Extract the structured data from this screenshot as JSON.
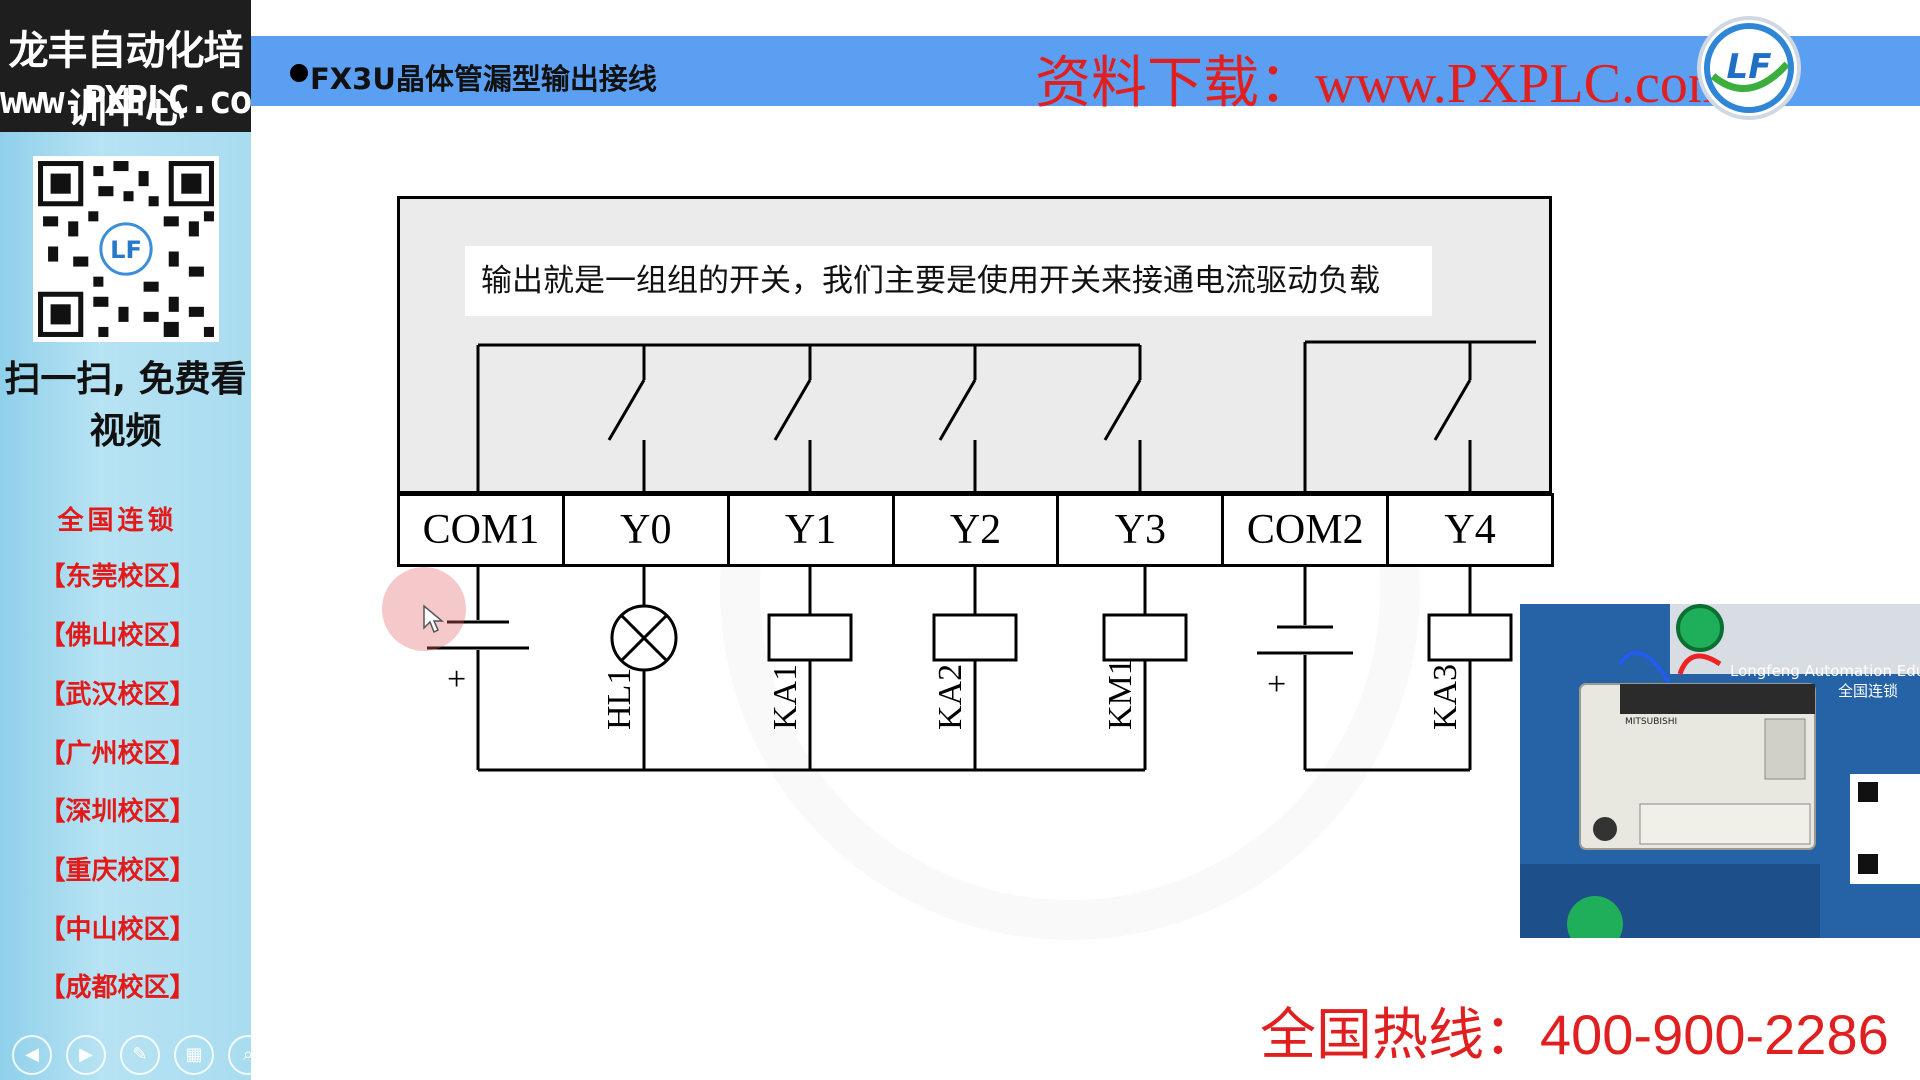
{
  "brand": {
    "name": "龙丰自动化培训中心",
    "site": "www.PXPLC.com",
    "scan_caption": "扫一扫, 免费看视频"
  },
  "sidebar": {
    "chain_title": "全国连锁",
    "campuses": [
      "【东莞校区】",
      "【佛山校区】",
      "【武汉校区】",
      "【广州校区】",
      "【深圳校区】",
      "【重庆校区】",
      "【中山校区】",
      "【成都校区】"
    ]
  },
  "header": {
    "slide_title": "FX3U晶体管漏型输出接线",
    "download": "资料下载：www.PXPLC.com",
    "logo_text": "LF"
  },
  "diagram": {
    "note": "输出就是一组组的开关，我们主要是使用开关来接通电流驱动负载",
    "terminals": [
      "COM1",
      "Y0",
      "Y1",
      "Y2",
      "Y3",
      "COM2",
      "Y4"
    ],
    "loads": [
      "HL1",
      "KA1",
      "KA2",
      "KM1",
      "KA3"
    ],
    "plus_sign": "+"
  },
  "footer": {
    "hotline": "全国热线：400-900-2286"
  },
  "photo": {
    "banner": "Longfeng Automation Education",
    "chain": "全国连锁",
    "brand_label": "MITSUBISHI"
  },
  "player_controls": [
    "prev-icon",
    "play-icon",
    "pen-icon",
    "grid-icon",
    "zoom-icon",
    "more-icon"
  ],
  "colors": {
    "accent_blue": "#5b9ff2",
    "red": "#e02020",
    "sidebar": "#a9dcf0"
  }
}
